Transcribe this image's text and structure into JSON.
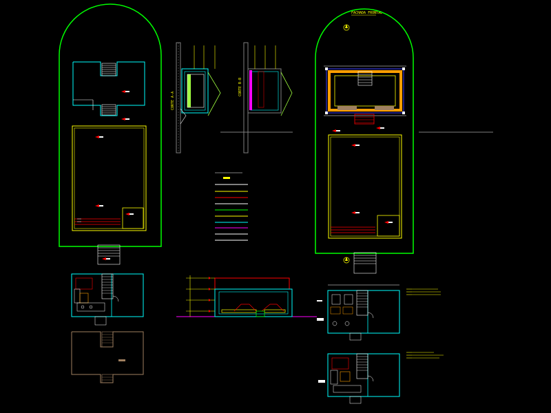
{
  "drawing": {
    "elevation_title": "FACHADA FRONTAL",
    "section_a_label": "CORTE A-A",
    "section_b_label": "CORTE B-B"
  },
  "colors": {
    "background": "#000000",
    "green": "#00FF00",
    "cyan": "#00FFFF",
    "yellow": "#FFFF00",
    "red": "#FF0000",
    "magenta": "#FF00FF",
    "white": "#FFFFFF",
    "gray": "#808080",
    "orange": "#FF9F00",
    "tan": "#A08060",
    "lime": "#A0FF40",
    "blue": "#4040FF"
  }
}
